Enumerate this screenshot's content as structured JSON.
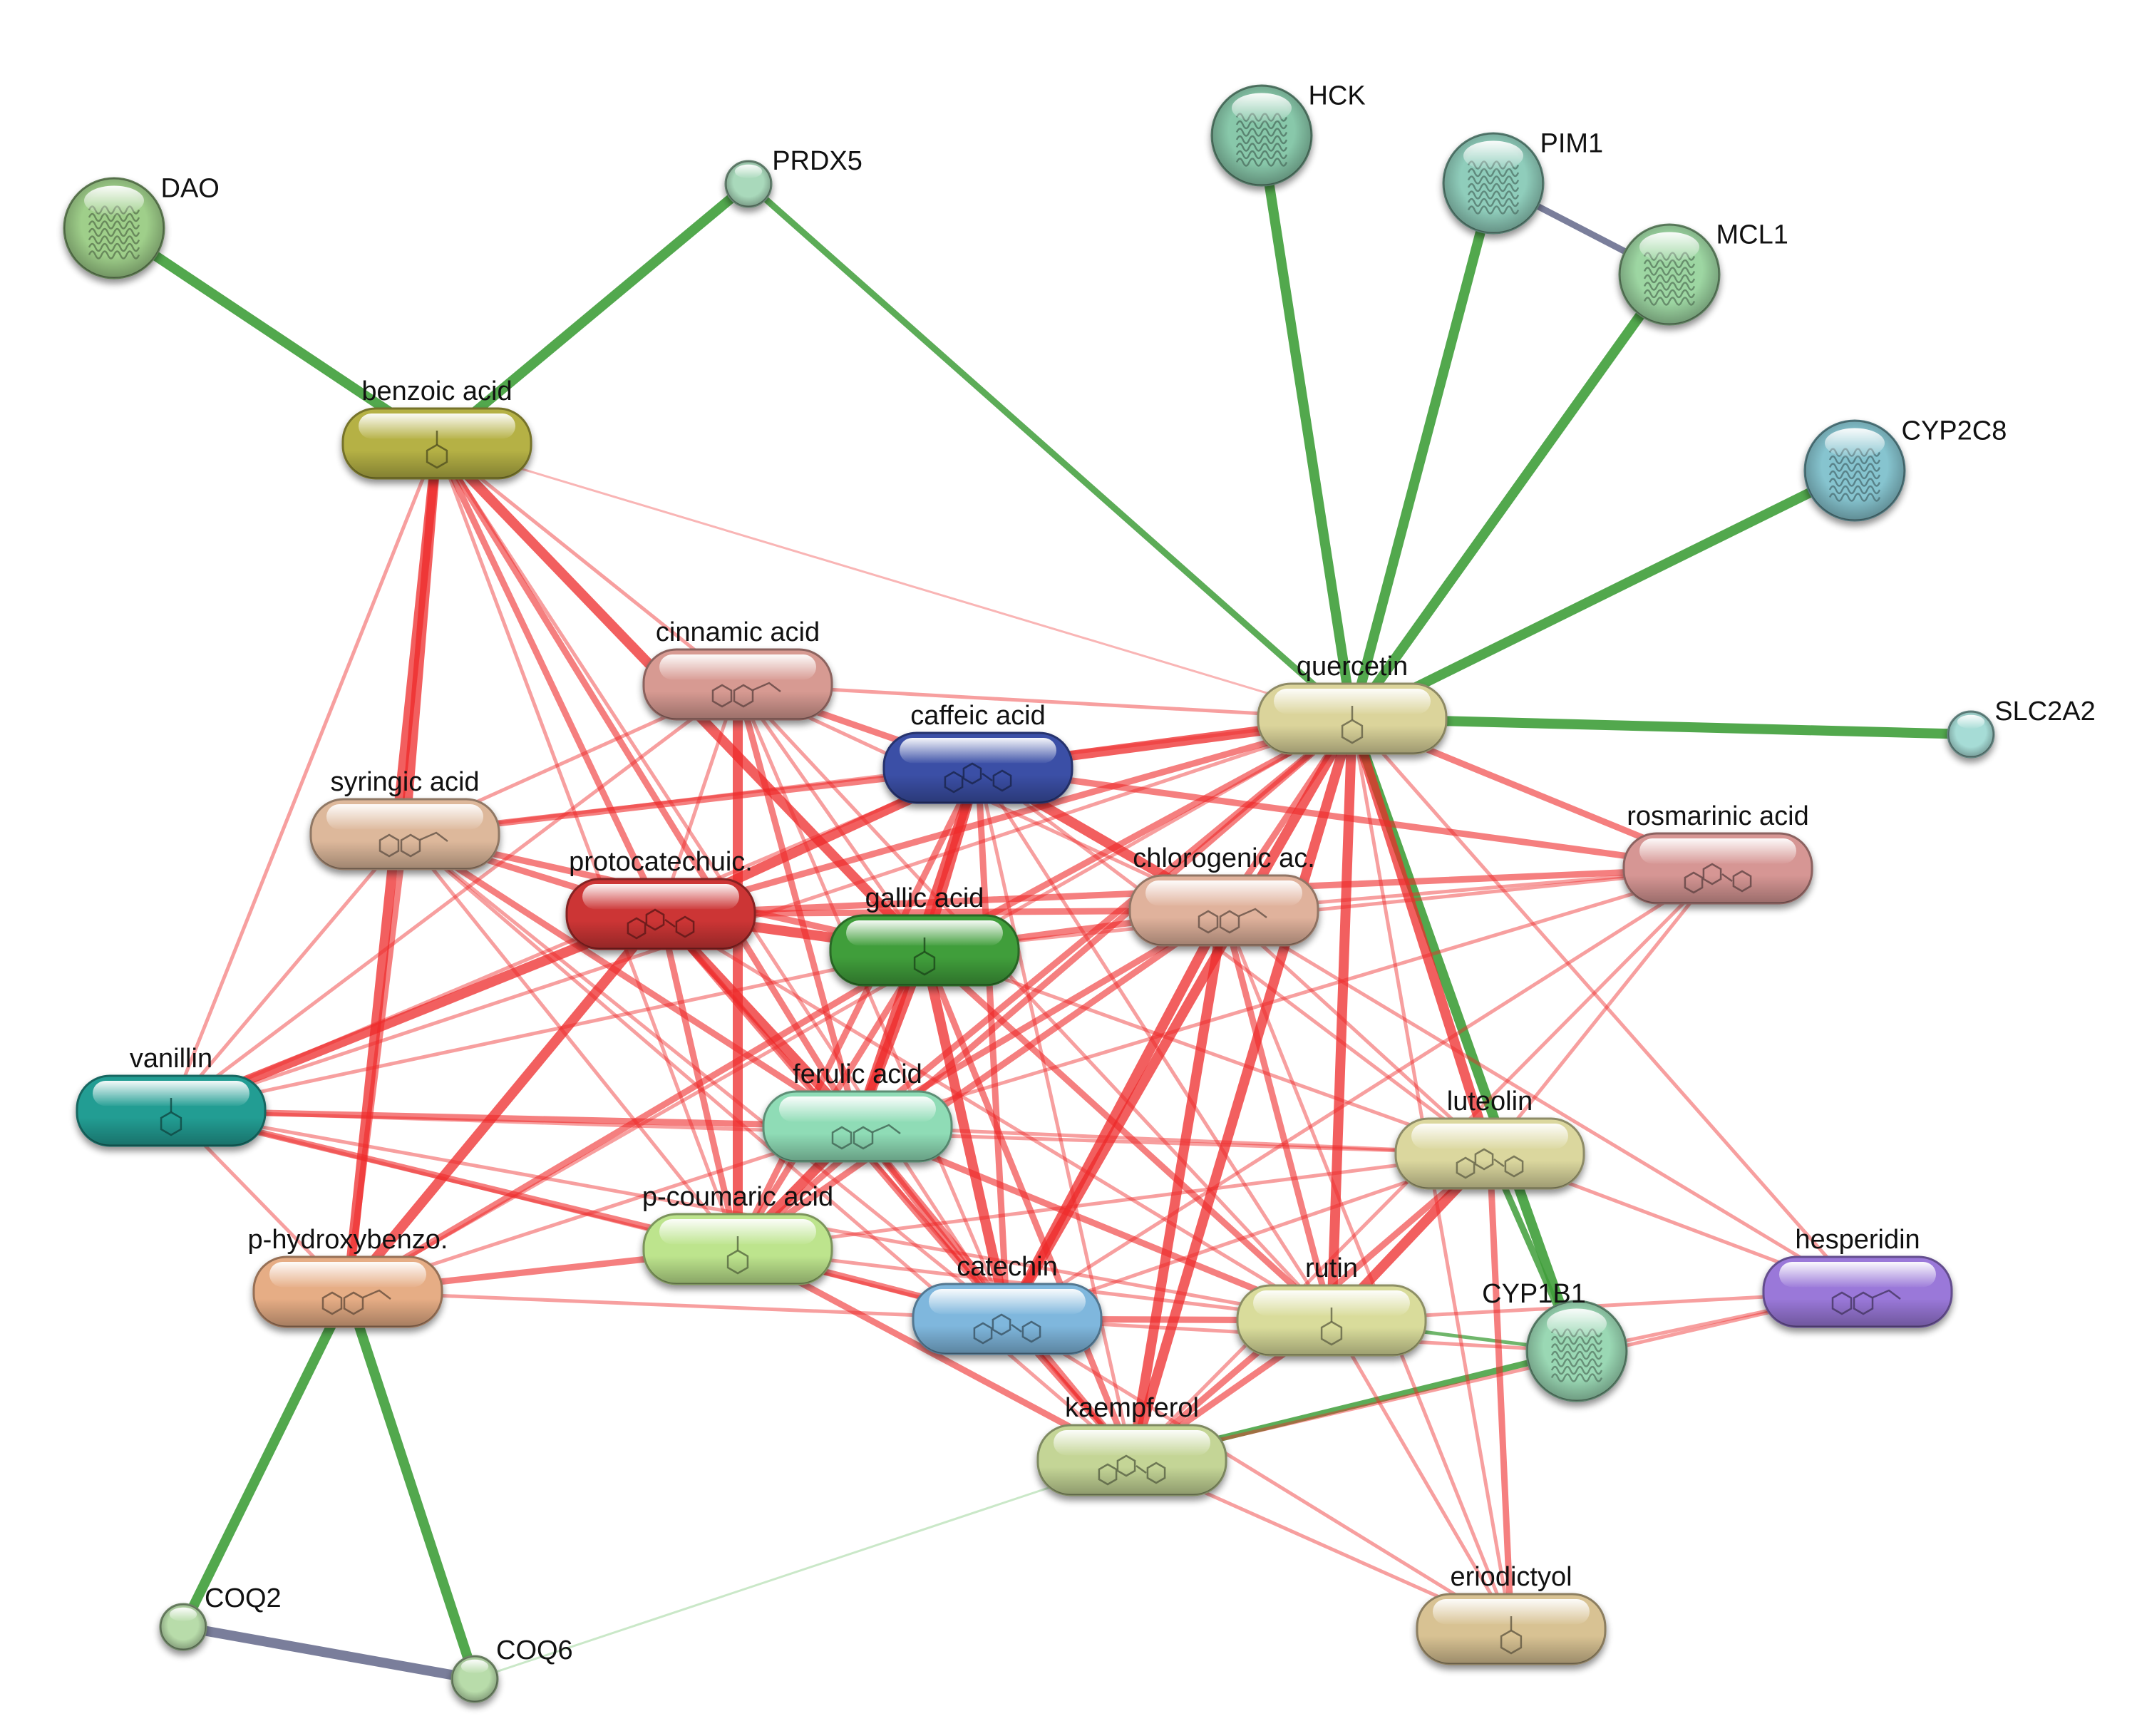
{
  "colors": {
    "chemical_edge": "#ee2a2a",
    "protein_chemical_edge": "#3f9e3a",
    "protein_protein_edge": "#6c7090"
  },
  "nodes": [
    {
      "id": "DAO",
      "label": "DAO",
      "kind": "protein",
      "color": "#9fcf8a",
      "icon": "protein-structure-icon"
    },
    {
      "id": "PRDX5",
      "label": "PRDX5",
      "kind": "protein-small",
      "color": "#a9d9bb"
    },
    {
      "id": "HCK",
      "label": "HCK",
      "kind": "protein",
      "color": "#88c8aa",
      "icon": "protein-structure-icon"
    },
    {
      "id": "PIM1",
      "label": "PIM1",
      "kind": "protein",
      "color": "#8fcdbb",
      "icon": "protein-structure-icon"
    },
    {
      "id": "MCL1",
      "label": "MCL1",
      "kind": "protein",
      "color": "#9dd6a2",
      "icon": "protein-structure-icon"
    },
    {
      "id": "CYP2C8",
      "label": "CYP2C8",
      "kind": "protein",
      "color": "#86c4cf",
      "icon": "protein-structure-icon"
    },
    {
      "id": "SLC2A2",
      "label": "SLC2A2",
      "kind": "protein-small",
      "color": "#a6dcd6"
    },
    {
      "id": "benzoic",
      "label": "benzoic acid",
      "kind": "chemical",
      "color": "#b5b144",
      "icon": "molecule-icon"
    },
    {
      "id": "cinnamic",
      "label": "cinnamic acid",
      "kind": "chemical",
      "color": "#d79a92",
      "icon": "molecule-icon"
    },
    {
      "id": "caffeic",
      "label": "caffeic acid",
      "kind": "chemical",
      "color": "#3a4fa6",
      "icon": "molecule-icon"
    },
    {
      "id": "quercetin",
      "label": "quercetin",
      "kind": "chemical",
      "color": "#dbd49b",
      "icon": "molecule-icon"
    },
    {
      "id": "syringic",
      "label": "syringic acid",
      "kind": "chemical",
      "color": "#ddb89b",
      "icon": "molecule-icon"
    },
    {
      "id": "protocatechuic",
      "label": "protocatechuic.",
      "kind": "chemical",
      "color": "#cc3535",
      "icon": "molecule-icon"
    },
    {
      "id": "gallic",
      "label": "gallic acid",
      "kind": "chemical",
      "color": "#3f9e3a",
      "icon": "molecule-icon"
    },
    {
      "id": "chlorogenic",
      "label": "chlorogenic ac.",
      "kind": "chemical",
      "color": "#e0b29c",
      "icon": "molecule-icon"
    },
    {
      "id": "rosmarinic",
      "label": "rosmarinic acid",
      "kind": "chemical",
      "color": "#d69694",
      "icon": "molecule-icon"
    },
    {
      "id": "vanillin",
      "label": "vanillin",
      "kind": "chemical",
      "color": "#239d93",
      "icon": "molecule-icon"
    },
    {
      "id": "ferulic",
      "label": "ferulic acid",
      "kind": "chemical",
      "color": "#8fdcb6",
      "icon": "molecule-icon"
    },
    {
      "id": "luteolin",
      "label": "luteolin",
      "kind": "chemical",
      "color": "#dbd79e",
      "icon": "molecule-icon"
    },
    {
      "id": "pcoumaric",
      "label": "p-coumaric acid",
      "kind": "chemical",
      "color": "#bde48d",
      "icon": "molecule-icon"
    },
    {
      "id": "phydroxy",
      "label": "p-hydroxybenzo.",
      "kind": "chemical",
      "color": "#e6ad85",
      "icon": "molecule-icon"
    },
    {
      "id": "catechin",
      "label": "catechin",
      "kind": "chemical",
      "color": "#7fb7dd",
      "icon": "molecule-icon"
    },
    {
      "id": "rutin",
      "label": "rutin",
      "kind": "chemical",
      "color": "#d9dc9b",
      "icon": "molecule-icon"
    },
    {
      "id": "hesperidin",
      "label": "hesperidin",
      "kind": "chemical",
      "color": "#9a78d9",
      "icon": "molecule-icon"
    },
    {
      "id": "CYP1B1",
      "label": "CYP1B1",
      "kind": "protein",
      "color": "#9ad8b4",
      "icon": "protein-structure-icon"
    },
    {
      "id": "kaempferol",
      "label": "kaempferol",
      "kind": "chemical",
      "color": "#c4d596",
      "icon": "molecule-icon"
    },
    {
      "id": "eriodictyol",
      "label": "eriodictyol",
      "kind": "chemical",
      "color": "#d8c293",
      "icon": "molecule-icon"
    },
    {
      "id": "COQ2",
      "label": "COQ2",
      "kind": "protein-small",
      "color": "#b8dcaa"
    },
    {
      "id": "COQ6",
      "label": "COQ6",
      "kind": "protein-small",
      "color": "#b8dcaa"
    }
  ],
  "edges": [
    {
      "from": "DAO",
      "to": "benzoic",
      "type": "protein-chemical",
      "weight": 3
    },
    {
      "from": "PRDX5",
      "to": "benzoic",
      "type": "protein-chemical",
      "weight": 3
    },
    {
      "from": "PRDX5",
      "to": "quercetin",
      "type": "protein-chemical",
      "weight": 2
    },
    {
      "from": "HCK",
      "to": "quercetin",
      "type": "protein-chemical",
      "weight": 3
    },
    {
      "from": "PIM1",
      "to": "quercetin",
      "type": "protein-chemical",
      "weight": 3
    },
    {
      "from": "MCL1",
      "to": "quercetin",
      "type": "protein-chemical",
      "weight": 3
    },
    {
      "from": "CYP2C8",
      "to": "quercetin",
      "type": "protein-chemical",
      "weight": 3
    },
    {
      "from": "SLC2A2",
      "to": "quercetin",
      "type": "protein-chemical",
      "weight": 3
    },
    {
      "from": "PIM1",
      "to": "MCL1",
      "type": "protein-protein",
      "weight": 2
    },
    {
      "from": "quercetin",
      "to": "CYP1B1",
      "type": "protein-chemical",
      "weight": 3
    },
    {
      "from": "luteolin",
      "to": "CYP1B1",
      "type": "protein-chemical",
      "weight": 2
    },
    {
      "from": "rutin",
      "to": "CYP1B1",
      "type": "protein-chemical",
      "weight": 1
    },
    {
      "from": "kaempferol",
      "to": "CYP1B1",
      "type": "protein-chemical",
      "weight": 2
    },
    {
      "from": "phydroxy",
      "to": "COQ2",
      "type": "protein-chemical",
      "weight": 3
    },
    {
      "from": "phydroxy",
      "to": "COQ6",
      "type": "protein-chemical",
      "weight": 3
    },
    {
      "from": "COQ2",
      "to": "COQ6",
      "type": "protein-protein",
      "weight": 3
    },
    {
      "from": "kaempferol",
      "to": "COQ6",
      "type": "protein-chemical",
      "weight": 0
    },
    {
      "from": "benzoic",
      "to": "syringic",
      "type": "chemical",
      "weight": 3
    },
    {
      "from": "benzoic",
      "to": "phydroxy",
      "type": "chemical",
      "weight": 3
    },
    {
      "from": "benzoic",
      "to": "protocatechuic",
      "type": "chemical",
      "weight": 2
    },
    {
      "from": "benzoic",
      "to": "gallic",
      "type": "chemical",
      "weight": 3
    },
    {
      "from": "benzoic",
      "to": "cinnamic",
      "type": "chemical",
      "weight": 1
    },
    {
      "from": "benzoic",
      "to": "ferulic",
      "type": "chemical",
      "weight": 2
    },
    {
      "from": "benzoic",
      "to": "pcoumaric",
      "type": "chemical",
      "weight": 1
    },
    {
      "from": "benzoic",
      "to": "quercetin",
      "type": "chemical",
      "weight": 0
    },
    {
      "from": "benzoic",
      "to": "catechin",
      "type": "chemical",
      "weight": 1
    },
    {
      "from": "benzoic",
      "to": "vanillin",
      "type": "chemical",
      "weight": 1
    },
    {
      "from": "cinnamic",
      "to": "caffeic",
      "type": "chemical",
      "weight": 2
    },
    {
      "from": "cinnamic",
      "to": "ferulic",
      "type": "chemical",
      "weight": 2
    },
    {
      "from": "cinnamic",
      "to": "pcoumaric",
      "type": "chemical",
      "weight": 3
    },
    {
      "from": "cinnamic",
      "to": "gallic",
      "type": "chemical",
      "weight": 1
    },
    {
      "from": "cinnamic",
      "to": "syringic",
      "type": "chemical",
      "weight": 1
    },
    {
      "from": "cinnamic",
      "to": "protocatechuic",
      "type": "chemical",
      "weight": 1
    },
    {
      "from": "cinnamic",
      "to": "quercetin",
      "type": "chemical",
      "weight": 1
    },
    {
      "from": "cinnamic",
      "to": "catechin",
      "type": "chemical",
      "weight": 1
    },
    {
      "from": "cinnamic",
      "to": "rutin",
      "type": "chemical",
      "weight": 1
    },
    {
      "from": "cinnamic",
      "to": "vanillin",
      "type": "chemical",
      "weight": 1
    },
    {
      "from": "cinnamic",
      "to": "chlorogenic",
      "type": "chemical",
      "weight": 1
    },
    {
      "from": "caffeic",
      "to": "quercetin",
      "type": "chemical",
      "weight": 3
    },
    {
      "from": "caffeic",
      "to": "ferulic",
      "type": "chemical",
      "weight": 3
    },
    {
      "from": "caffeic",
      "to": "chlorogenic",
      "type": "chemical",
      "weight": 3
    },
    {
      "from": "caffeic",
      "to": "gallic",
      "type": "chemical",
      "weight": 3
    },
    {
      "from": "caffeic",
      "to": "protocatechuic",
      "type": "chemical",
      "weight": 3
    },
    {
      "from": "caffeic",
      "to": "rosmarinic",
      "type": "chemical",
      "weight": 2
    },
    {
      "from": "caffeic",
      "to": "pcoumaric",
      "type": "chemical",
      "weight": 2
    },
    {
      "from": "caffeic",
      "to": "catechin",
      "type": "chemical",
      "weight": 2
    },
    {
      "from": "caffeic",
      "to": "syringic",
      "type": "chemical",
      "weight": 2
    },
    {
      "from": "caffeic",
      "to": "kaempferol",
      "type": "chemical",
      "weight": 1
    },
    {
      "from": "caffeic",
      "to": "rutin",
      "type": "chemical",
      "weight": 1
    },
    {
      "from": "caffeic",
      "to": "luteolin",
      "type": "chemical",
      "weight": 1
    },
    {
      "from": "caffeic",
      "to": "vanillin",
      "type": "chemical",
      "weight": 1
    },
    {
      "from": "quercetin",
      "to": "kaempferol",
      "type": "chemical",
      "weight": 3
    },
    {
      "from": "quercetin",
      "to": "rutin",
      "type": "chemical",
      "weight": 3
    },
    {
      "from": "quercetin",
      "to": "luteolin",
      "type": "chemical",
      "weight": 3
    },
    {
      "from": "quercetin",
      "to": "catechin",
      "type": "chemical",
      "weight": 3
    },
    {
      "from": "quercetin",
      "to": "gallic",
      "type": "chemical",
      "weight": 2
    },
    {
      "from": "quercetin",
      "to": "chlorogenic",
      "type": "chemical",
      "weight": 2
    },
    {
      "from": "quercetin",
      "to": "rosmarinic",
      "type": "chemical",
      "weight": 2
    },
    {
      "from": "quercetin",
      "to": "ferulic",
      "type": "chemical",
      "weight": 2
    },
    {
      "from": "quercetin",
      "to": "pcoumaric",
      "type": "chemical",
      "weight": 2
    },
    {
      "from": "quercetin",
      "to": "protocatechuic",
      "type": "chemical",
      "weight": 2
    },
    {
      "from": "quercetin",
      "to": "hesperidin",
      "type": "chemical",
      "weight": 1
    },
    {
      "from": "quercetin",
      "to": "eriodictyol",
      "type": "chemical",
      "weight": 1
    },
    {
      "from": "quercetin",
      "to": "syringic",
      "type": "chemical",
      "weight": 1
    },
    {
      "from": "quercetin",
      "to": "vanillin",
      "type": "chemical",
      "weight": 1
    },
    {
      "from": "quercetin",
      "to": "phydroxy",
      "type": "chemical",
      "weight": 1
    },
    {
      "from": "syringic",
      "to": "protocatechuic",
      "type": "chemical",
      "weight": 2
    },
    {
      "from": "syringic",
      "to": "gallic",
      "type": "chemical",
      "weight": 2
    },
    {
      "from": "syringic",
      "to": "vanillin",
      "type": "chemical",
      "weight": 1
    },
    {
      "from": "syringic",
      "to": "phydroxy",
      "type": "chemical",
      "weight": 2
    },
    {
      "from": "syringic",
      "to": "ferulic",
      "type": "chemical",
      "weight": 2
    },
    {
      "from": "syringic",
      "to": "pcoumaric",
      "type": "chemical",
      "weight": 1
    },
    {
      "from": "syringic",
      "to": "catechin",
      "type": "chemical",
      "weight": 1
    },
    {
      "from": "protocatechuic",
      "to": "gallic",
      "type": "chemical",
      "weight": 3
    },
    {
      "from": "protocatechuic",
      "to": "vanillin",
      "type": "chemical",
      "weight": 3
    },
    {
      "from": "protocatechuic",
      "to": "ferulic",
      "type": "chemical",
      "weight": 3
    },
    {
      "from": "protocatechuic",
      "to": "phydroxy",
      "type": "chemical",
      "weight": 3
    },
    {
      "from": "protocatechuic",
      "to": "pcoumaric",
      "type": "chemical",
      "weight": 2
    },
    {
      "from": "protocatechuic",
      "to": "catechin",
      "type": "chemical",
      "weight": 2
    },
    {
      "from": "protocatechuic",
      "to": "chlorogenic",
      "type": "chemical",
      "weight": 2
    },
    {
      "from": "protocatechuic",
      "to": "rutin",
      "type": "chemical",
      "weight": 1
    },
    {
      "from": "protocatechuic",
      "to": "kaempferol",
      "type": "chemical",
      "weight": 1
    },
    {
      "from": "gallic",
      "to": "ferulic",
      "type": "chemical",
      "weight": 3
    },
    {
      "from": "gallic",
      "to": "catechin",
      "type": "chemical",
      "weight": 3
    },
    {
      "from": "gallic",
      "to": "chlorogenic",
      "type": "chemical",
      "weight": 2
    },
    {
      "from": "gallic",
      "to": "pcoumaric",
      "type": "chemical",
      "weight": 2
    },
    {
      "from": "gallic",
      "to": "kaempferol",
      "type": "chemical",
      "weight": 2
    },
    {
      "from": "gallic",
      "to": "rutin",
      "type": "chemical",
      "weight": 2
    },
    {
      "from": "gallic",
      "to": "vanillin",
      "type": "chemical",
      "weight": 1
    },
    {
      "from": "gallic",
      "to": "phydroxy",
      "type": "chemical",
      "weight": 2
    },
    {
      "from": "gallic",
      "to": "luteolin",
      "type": "chemical",
      "weight": 1
    },
    {
      "from": "gallic",
      "to": "rosmarinic",
      "type": "chemical",
      "weight": 1
    },
    {
      "from": "chlorogenic",
      "to": "ferulic",
      "type": "chemical",
      "weight": 2
    },
    {
      "from": "chlorogenic",
      "to": "rosmarinic",
      "type": "chemical",
      "weight": 1
    },
    {
      "from": "chlorogenic",
      "to": "catechin",
      "type": "chemical",
      "weight": 3
    },
    {
      "from": "chlorogenic",
      "to": "kaempferol",
      "type": "chemical",
      "weight": 3
    },
    {
      "from": "chlorogenic",
      "to": "rutin",
      "type": "chemical",
      "weight": 2
    },
    {
      "from": "chlorogenic",
      "to": "luteolin",
      "type": "chemical",
      "weight": 1
    },
    {
      "from": "chlorogenic",
      "to": "pcoumaric",
      "type": "chemical",
      "weight": 2
    },
    {
      "from": "chlorogenic",
      "to": "hesperidin",
      "type": "chemical",
      "weight": 1
    },
    {
      "from": "chlorogenic",
      "to": "eriodictyol",
      "type": "chemical",
      "weight": 1
    },
    {
      "from": "rosmarinic",
      "to": "luteolin",
      "type": "chemical",
      "weight": 1
    },
    {
      "from": "rosmarinic",
      "to": "ferulic",
      "type": "chemical",
      "weight": 1
    },
    {
      "from": "rosmarinic",
      "to": "kaempferol",
      "type": "chemical",
      "weight": 1
    },
    {
      "from": "rosmarinic",
      "to": "catechin",
      "type": "chemical",
      "weight": 1
    },
    {
      "from": "rosmarinic",
      "to": "protocatechuic",
      "type": "chemical",
      "weight": 2
    },
    {
      "from": "vanillin",
      "to": "ferulic",
      "type": "chemical",
      "weight": 2
    },
    {
      "from": "vanillin",
      "to": "pcoumaric",
      "type": "chemical",
      "weight": 2
    },
    {
      "from": "vanillin",
      "to": "phydroxy",
      "type": "chemical",
      "weight": 1
    },
    {
      "from": "vanillin",
      "to": "luteolin",
      "type": "chemical",
      "weight": 1
    },
    {
      "from": "vanillin",
      "to": "rutin",
      "type": "chemical",
      "weight": 1
    },
    {
      "from": "vanillin",
      "to": "catechin",
      "type": "chemical",
      "weight": 1
    },
    {
      "from": "ferulic",
      "to": "pcoumaric",
      "type": "chemical",
      "weight": 3
    },
    {
      "from": "ferulic",
      "to": "catechin",
      "type": "chemical",
      "weight": 2
    },
    {
      "from": "ferulic",
      "to": "kaempferol",
      "type": "chemical",
      "weight": 2
    },
    {
      "from": "ferulic",
      "to": "rutin",
      "type": "chemical",
      "weight": 2
    },
    {
      "from": "ferulic",
      "to": "luteolin",
      "type": "chemical",
      "weight": 1
    },
    {
      "from": "ferulic",
      "to": "phydroxy",
      "type": "chemical",
      "weight": 1
    },
    {
      "from": "luteolin",
      "to": "rutin",
      "type": "chemical",
      "weight": 3
    },
    {
      "from": "luteolin",
      "to": "kaempferol",
      "type": "chemical",
      "weight": 2
    },
    {
      "from": "luteolin",
      "to": "eriodictyol",
      "type": "chemical",
      "weight": 2
    },
    {
      "from": "luteolin",
      "to": "hesperidin",
      "type": "chemical",
      "weight": 1
    },
    {
      "from": "luteolin",
      "to": "catechin",
      "type": "chemical",
      "weight": 1
    },
    {
      "from": "luteolin",
      "to": "pcoumaric",
      "type": "chemical",
      "weight": 1
    },
    {
      "from": "pcoumaric",
      "to": "phydroxy",
      "type": "chemical",
      "weight": 2
    },
    {
      "from": "pcoumaric",
      "to": "catechin",
      "type": "chemical",
      "weight": 2
    },
    {
      "from": "pcoumaric",
      "to": "kaempferol",
      "type": "chemical",
      "weight": 2
    },
    {
      "from": "pcoumaric",
      "to": "rutin",
      "type": "chemical",
      "weight": 1
    },
    {
      "from": "catechin",
      "to": "kaempferol",
      "type": "chemical",
      "weight": 2
    },
    {
      "from": "catechin",
      "to": "rutin",
      "type": "chemical",
      "weight": 2
    },
    {
      "from": "catechin",
      "to": "eriodictyol",
      "type": "chemical",
      "weight": 1
    },
    {
      "from": "catechin",
      "to": "CYP1B1",
      "type": "chemical",
      "weight": 1
    },
    {
      "from": "rutin",
      "to": "kaempferol",
      "type": "chemical",
      "weight": 2
    },
    {
      "from": "rutin",
      "to": "hesperidin",
      "type": "chemical",
      "weight": 1
    },
    {
      "from": "rutin",
      "to": "eriodictyol",
      "type": "chemical",
      "weight": 1
    },
    {
      "from": "hesperidin",
      "to": "kaempferol",
      "type": "chemical",
      "weight": 1
    },
    {
      "from": "hesperidin",
      "to": "CYP1B1",
      "type": "chemical",
      "weight": 1
    },
    {
      "from": "kaempferol",
      "to": "eriodictyol",
      "type": "chemical",
      "weight": 1
    },
    {
      "from": "kaempferol",
      "to": "syringic",
      "type": "chemical",
      "weight": 1
    },
    {
      "from": "phydroxy",
      "to": "catechin",
      "type": "chemical",
      "weight": 1
    }
  ]
}
